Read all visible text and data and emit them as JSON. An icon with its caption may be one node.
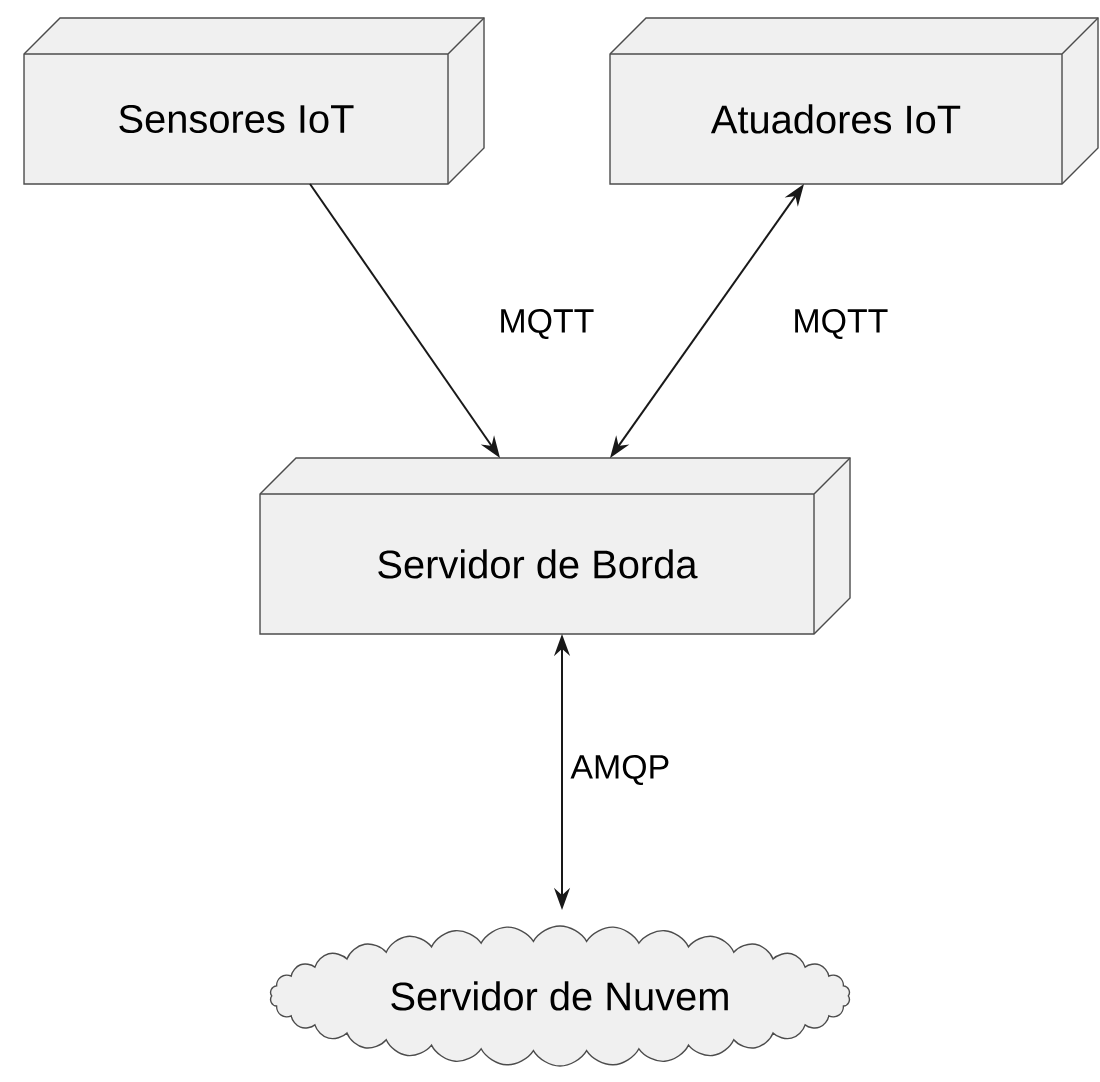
{
  "diagram": {
    "nodes": [
      {
        "text": [
          "Sensores IoT"
        ]
      },
      {
        "text": [
          "Atuadores IoT"
        ]
      },
      {
        "text": [
          "Servidor de Borda"
        ]
      },
      {
        "text": [
          "Servidor de Nuvem"
        ]
      }
    ],
    "edges": [
      {
        "from": 0,
        "to": 2,
        "arrow": "to",
        "label": "MQTT"
      },
      {
        "from": 1,
        "to": 2,
        "arrow": "both",
        "label": "MQTT"
      },
      {
        "from": 2,
        "to": 3,
        "arrow": "both",
        "label": "AMQP"
      }
    ]
  }
}
